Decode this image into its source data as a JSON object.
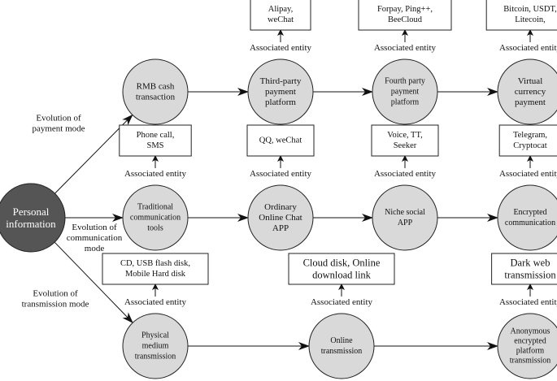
{
  "root": {
    "label": [
      "Personal",
      "information"
    ],
    "color": "#555555"
  },
  "branches": [
    {
      "label": [
        "Evolution of",
        "payment mode"
      ]
    },
    {
      "label": [
        "Evolution of",
        "communication",
        "mode"
      ]
    },
    {
      "label": [
        "Evolution of",
        "transmission mode"
      ]
    }
  ],
  "assoc_label": "Associated entity",
  "rows": [
    {
      "nodes": [
        {
          "label": [
            "RMB cash",
            "transaction"
          ],
          "entity": null
        },
        {
          "label": [
            "Third-party",
            "payment",
            "platform"
          ],
          "entity": [
            "Alipay,",
            "weChat"
          ]
        },
        {
          "label": [
            "Fourth party",
            "payment",
            "platform"
          ],
          "entity": [
            "Forpay, Ping++,",
            "BeeCloud"
          ]
        },
        {
          "label": [
            "Virtual",
            "currency",
            "payment"
          ],
          "entity": [
            "Bitcoin, USDT,",
            "Litecoin,"
          ]
        }
      ]
    },
    {
      "nodes": [
        {
          "label": [
            "Traditional",
            "communication",
            "tools"
          ],
          "entity": [
            "Phone call,",
            "SMS"
          ]
        },
        {
          "label": [
            "Ordinary",
            "Online Chat",
            "APP"
          ],
          "entity": [
            "QQ, weChat"
          ]
        },
        {
          "label": [
            "Niche social",
            "APP"
          ],
          "entity": [
            "Voice, TT,",
            "Seeker"
          ]
        },
        {
          "label": [
            "Encrypted",
            "communication"
          ],
          "entity": [
            "Telegram,",
            "Cryptocat"
          ]
        }
      ]
    },
    {
      "nodes": [
        {
          "label": [
            "Physical",
            "medium",
            "transmission"
          ],
          "entity": [
            "CD, USB flash disk,",
            "Mobile Hard disk"
          ]
        },
        {
          "label": [
            "Online",
            "transmission"
          ],
          "entity": [
            "Cloud disk, Online",
            "download link"
          ]
        },
        {
          "label": [
            "Anonymous",
            "encrypted",
            "platform",
            "transmission"
          ],
          "entity": [
            "Dark web",
            "transmission"
          ]
        }
      ]
    }
  ]
}
